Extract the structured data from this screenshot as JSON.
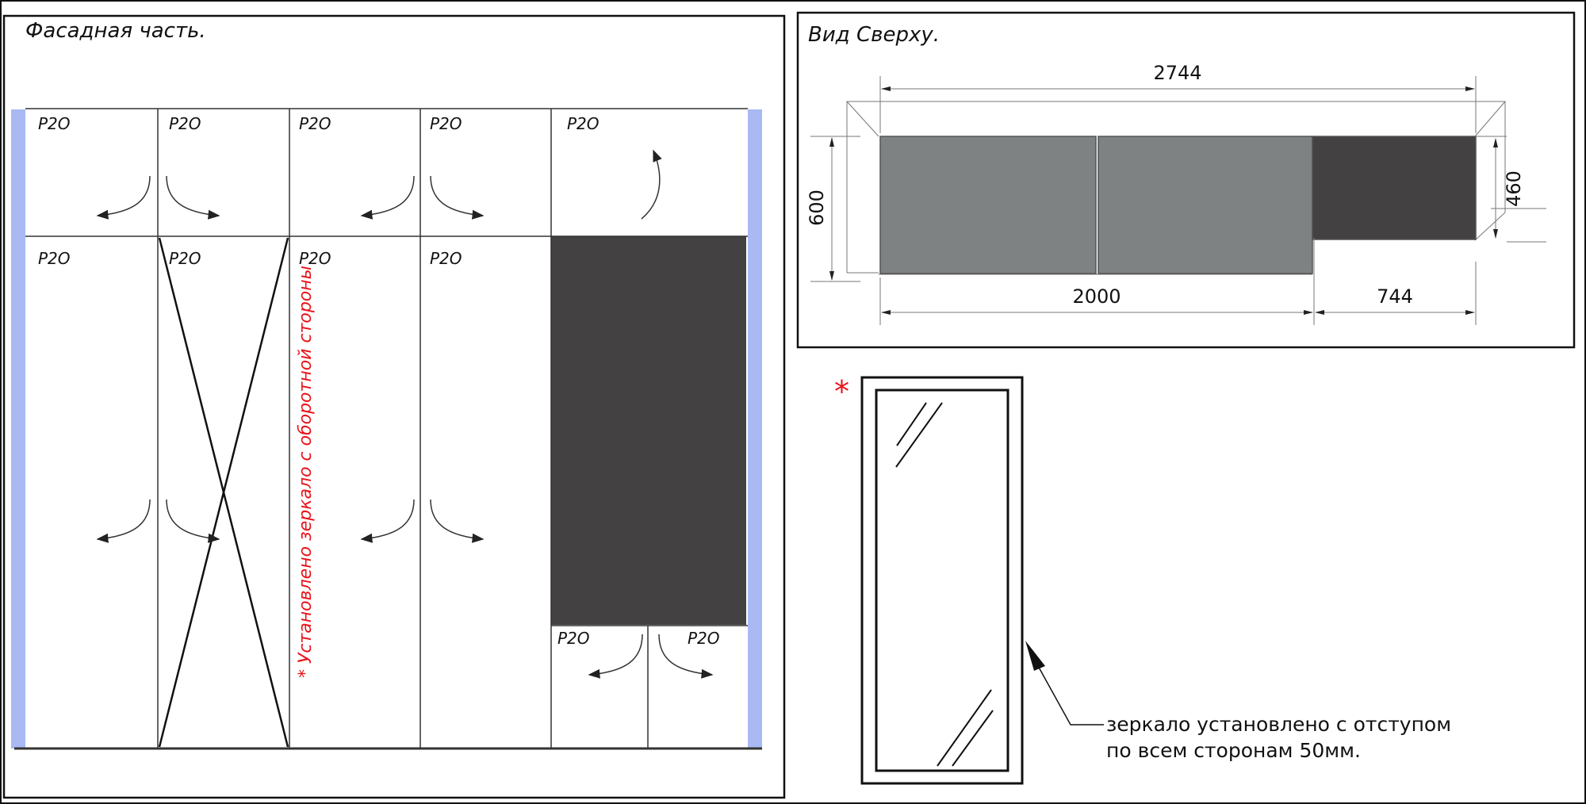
{
  "colors": {
    "side_panel": "#a8b9f4",
    "dark_panel": "#434142",
    "glass_panel": "#7e8283",
    "note_red": "#e8141b"
  },
  "facade": {
    "title": "Фасадная часть.",
    "top_labels": [
      "Р2О",
      "Р2О",
      "Р2О",
      "Р2О",
      "Р2О"
    ],
    "mid_labels": [
      "Р2О",
      "Р2О",
      "Р2О",
      "Р2О"
    ],
    "bottom_labels": [
      "Р2О",
      "Р2О"
    ],
    "mirror_note": "* Установлено зеркало с оборотной стороны"
  },
  "top_view": {
    "title": "Вид Сверху.",
    "dim_total": "2744",
    "dim_depth": "600",
    "dim_right_depth": "460",
    "dim_main": "2000",
    "dim_right": "744"
  },
  "mirror_detail": {
    "asterisk": "*",
    "note_line1": "зеркало установлено с отступом",
    "note_line2": "по всем сторонам 50мм."
  }
}
